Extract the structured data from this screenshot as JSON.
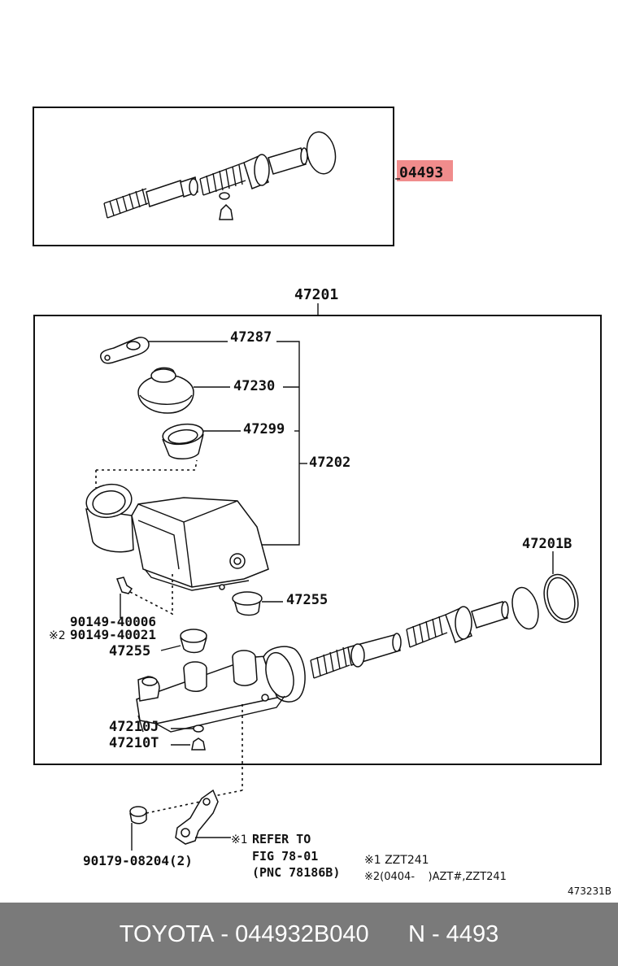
{
  "callouts": {
    "kit": "04493",
    "assembly": "47201",
    "p47287": "47287",
    "p47230": "47230",
    "p47299": "47299",
    "p47202": "47202",
    "p47201b": "47201B",
    "p47255a": "47255",
    "p47255b": "47255",
    "p90149a": "90149-40006",
    "p90149b_mark": "※2",
    "p90149b": "90149-40021",
    "p47210j": "47210J",
    "p47210t": "47210T",
    "p90179": "90179-08204(2)",
    "refer_mark": "※1",
    "refer_line1": "REFER TO",
    "refer_line2": "FIG 78-01",
    "refer_line3": "(PNC 78186B)"
  },
  "notes": {
    "note1": "※1 ZZT241",
    "note2": "※2(0404-    )AZT#,ZZT241"
  },
  "figure_code": "473231B",
  "footer": {
    "brand": "TOYOTA",
    "part_number": "044932B040",
    "ref": "N - 4493"
  },
  "colors": {
    "highlight": "#f08c8c",
    "footer_bg": "#7a7a7a"
  }
}
